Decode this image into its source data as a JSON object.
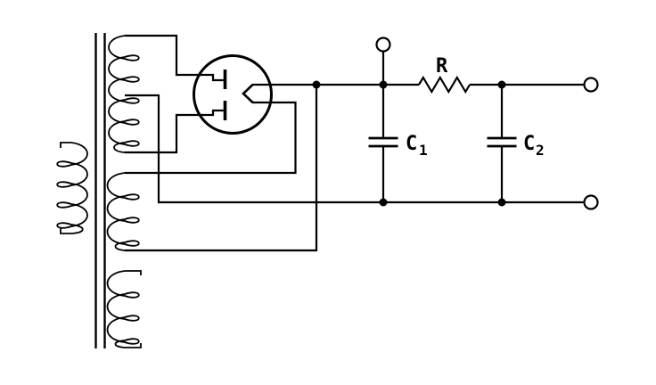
{
  "diagram": {
    "type": "circuit-schematic",
    "subject": "full-wave tube rectifier power supply with RC pi filter",
    "background_color": "#ffffff",
    "ink_color": "#000000",
    "labels": {
      "resistor": "R",
      "cap1_letter": "C",
      "cap1_sub": "1",
      "cap2_letter": "C",
      "cap2_sub": "2"
    },
    "components": [
      {
        "name": "transformer-primary-winding",
        "label": ""
      },
      {
        "name": "transformer-core",
        "label": ""
      },
      {
        "name": "hv-secondary-winding-center-tapped",
        "label": ""
      },
      {
        "name": "rectifier-filament-winding",
        "label": ""
      },
      {
        "name": "spare-filament-winding",
        "label": ""
      },
      {
        "name": "full-wave-rectifier-tube",
        "label": ""
      },
      {
        "name": "filter-input-capacitor",
        "label": "C1"
      },
      {
        "name": "filter-resistor",
        "label": "R"
      },
      {
        "name": "filter-output-capacitor",
        "label": "C2"
      },
      {
        "name": "top-terminal",
        "label": ""
      },
      {
        "name": "output-terminal-top",
        "label": ""
      },
      {
        "name": "output-terminal-bottom",
        "label": ""
      }
    ]
  }
}
